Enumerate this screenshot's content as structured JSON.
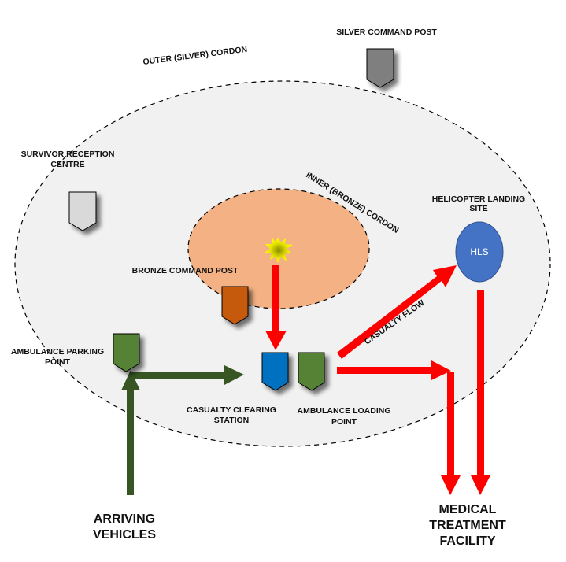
{
  "labels": {
    "outer_cordon": "OUTER (SILVER) CORDON",
    "inner_cordon": "INNER (BRONZE) CORDON",
    "silver_command_post": "SILVER COMMAND POST",
    "survivor_reception_line1": "SURVIVOR RECEPTION",
    "survivor_reception_line2": "CENTRE",
    "helicopter_line1": "HELICOPTER LANDING",
    "helicopter_line2": "SITE",
    "hls": "HLS",
    "bronze_command_post": "BRONZE COMMAND POST",
    "ambulance_parking_line1": "AMBULANCE PARKING",
    "ambulance_parking_line2": "POINT",
    "casualty_flow": "CASUALTY FLOW",
    "casualty_clearing_line1": "CASUALTY CLEARING",
    "casualty_clearing_line2": "STATION",
    "ambulance_loading_line1": "AMBULANCE LOADING",
    "ambulance_loading_line2": "POINT",
    "arriving_line1": "ARRIVING",
    "arriving_line2": "VEHICLES",
    "medical_line1": "MEDICAL",
    "medical_line2": "TREATMENT",
    "medical_line3": "FACILITY"
  },
  "colors": {
    "outer_fill": "#f1f1f1",
    "inner_fill": "#f4b183",
    "silver_marker": "#7f7f7f",
    "survivor_marker": "#d9d9d9",
    "bronze_marker": "#c55a11",
    "ambulance_marker": "#548235",
    "casualty_marker": "#0070c0",
    "hls_fill": "#4472c4",
    "flow_red": "#ff0000",
    "vehicle_green": "#375623",
    "incident_yellow": "#ffff00"
  }
}
